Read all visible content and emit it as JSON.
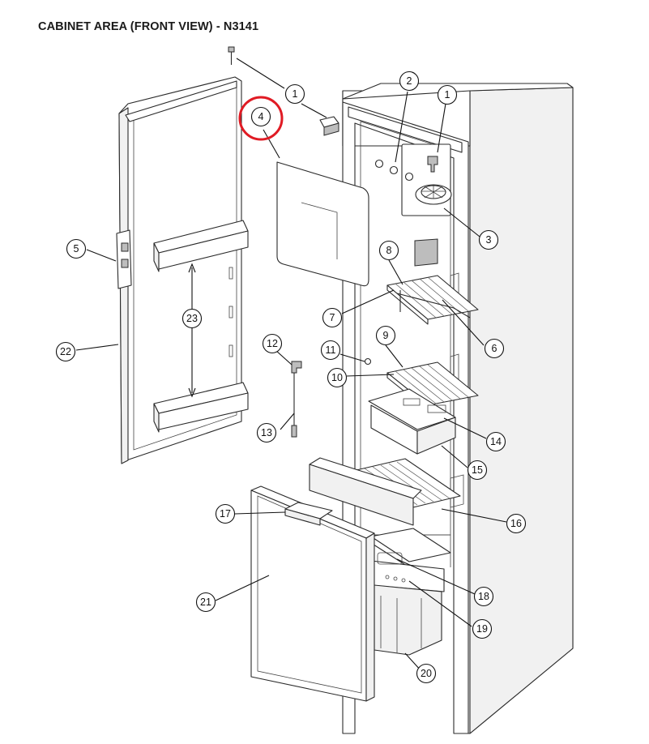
{
  "title": "CABINET AREA (FRONT VIEW) - N3141",
  "highlight_color": "#e01b24",
  "highlighted_callout": "4",
  "callouts": [
    {
      "id": "c1a",
      "label": "1"
    },
    {
      "id": "c1b",
      "label": "1"
    },
    {
      "id": "c2",
      "label": "2"
    },
    {
      "id": "c3",
      "label": "3"
    },
    {
      "id": "c4",
      "label": "4"
    },
    {
      "id": "c5",
      "label": "5"
    },
    {
      "id": "c6",
      "label": "6"
    },
    {
      "id": "c7",
      "label": "7"
    },
    {
      "id": "c8",
      "label": "8"
    },
    {
      "id": "c9",
      "label": "9"
    },
    {
      "id": "c10",
      "label": "10"
    },
    {
      "id": "c11",
      "label": "11"
    },
    {
      "id": "c12",
      "label": "12"
    },
    {
      "id": "c13",
      "label": "13"
    },
    {
      "id": "c14",
      "label": "14"
    },
    {
      "id": "c15",
      "label": "15"
    },
    {
      "id": "c16",
      "label": "16"
    },
    {
      "id": "c17",
      "label": "17"
    },
    {
      "id": "c18",
      "label": "18"
    },
    {
      "id": "c19",
      "label": "19"
    },
    {
      "id": "c20",
      "label": "20"
    },
    {
      "id": "c21",
      "label": "21"
    },
    {
      "id": "c22",
      "label": "22"
    },
    {
      "id": "c23",
      "label": "23"
    }
  ]
}
